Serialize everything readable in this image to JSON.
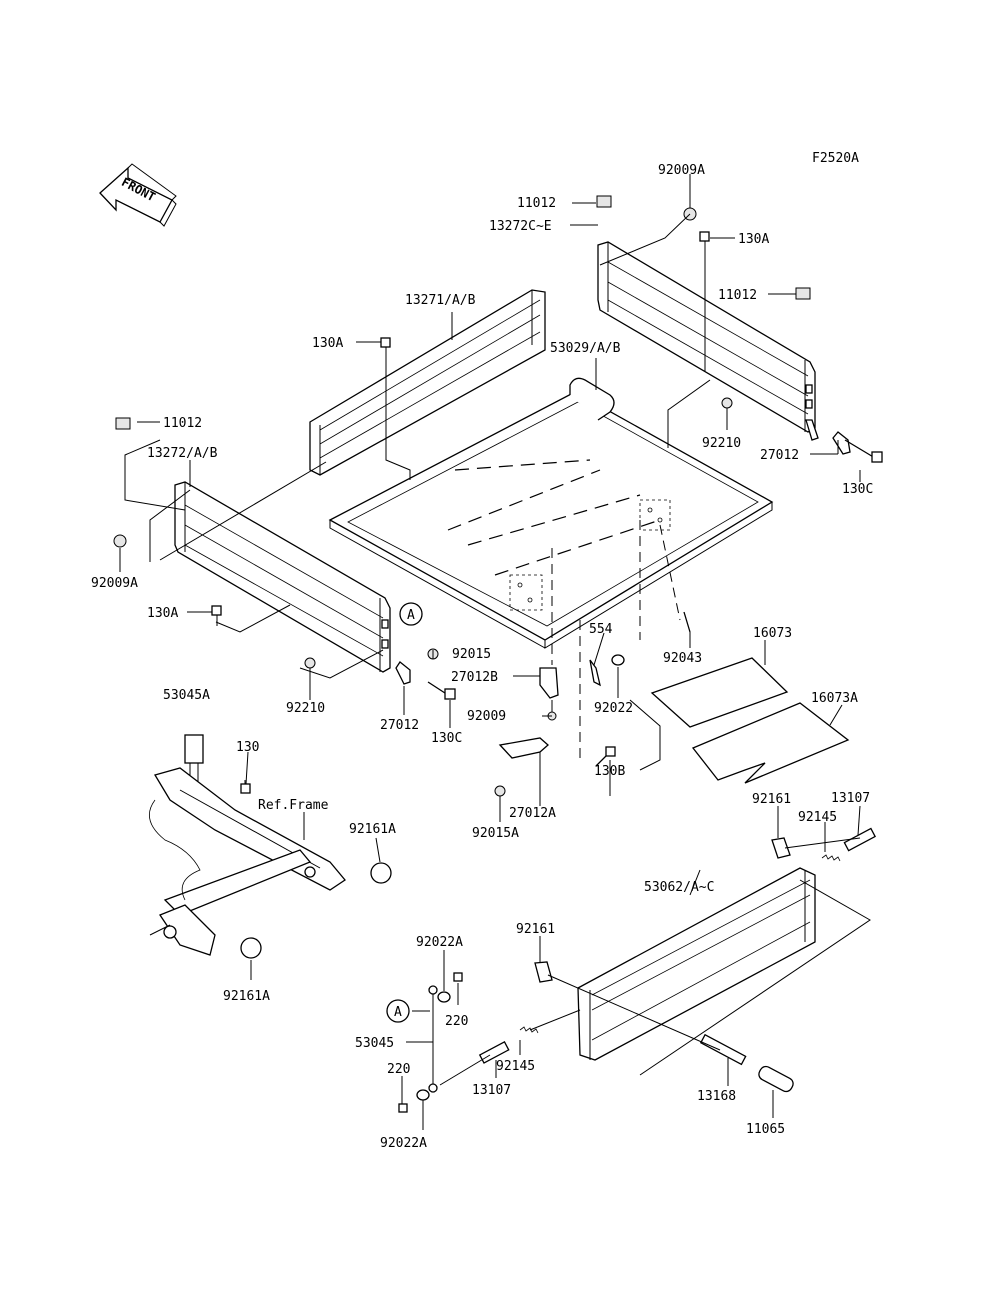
{
  "diagram": {
    "code": "F2520A",
    "front_arrow_text": "FRONT"
  },
  "labels": {
    "l_92009a_top": "92009A",
    "l_11012_top": "11012",
    "l_13272c_e": "13272C~E",
    "l_130a_right": "130A",
    "l_11012_right": "11012",
    "l_13271": "13271/A/B",
    "l_130a_mid": "130A",
    "l_53029": "53029/A/B",
    "l_11012_left": "11012",
    "l_13272_ab": "13272/A/B",
    "l_92210_right": "92210",
    "l_27012_right": "27012",
    "l_130c_right": "130C",
    "l_92009a_left": "92009A",
    "l_130a_left": "130A",
    "l_circle_a_top": "A",
    "l_92015": "92015",
    "l_554": "554",
    "l_16073": "16073",
    "l_92043": "92043",
    "l_27012b": "27012B",
    "l_16073a": "16073A",
    "l_92210_left": "92210",
    "l_27012_left": "27012",
    "l_92022": "92022",
    "l_53045a": "53045A",
    "l_130c_left": "130C",
    "l_92009": "92009",
    "l_130": "130",
    "l_130b": "130B",
    "l_27012a": "27012A",
    "l_ref_frame": "Ref.Frame",
    "l_92015a": "92015A",
    "l_92161_right": "92161",
    "l_13107_right": "13107",
    "l_92161a_top": "92161A",
    "l_92145_right": "92145",
    "l_53062": "53062/A~C",
    "l_92161_mid": "92161",
    "l_92022a_top": "92022A",
    "l_92161a_bottom": "92161A",
    "l_220_top": "220",
    "l_circle_a_bottom": "A",
    "l_53045": "53045",
    "l_92145_mid": "92145",
    "l_220_bottom": "220",
    "l_13107_mid": "13107",
    "l_13168": "13168",
    "l_92022a_bottom": "92022A",
    "l_11065": "11065"
  }
}
